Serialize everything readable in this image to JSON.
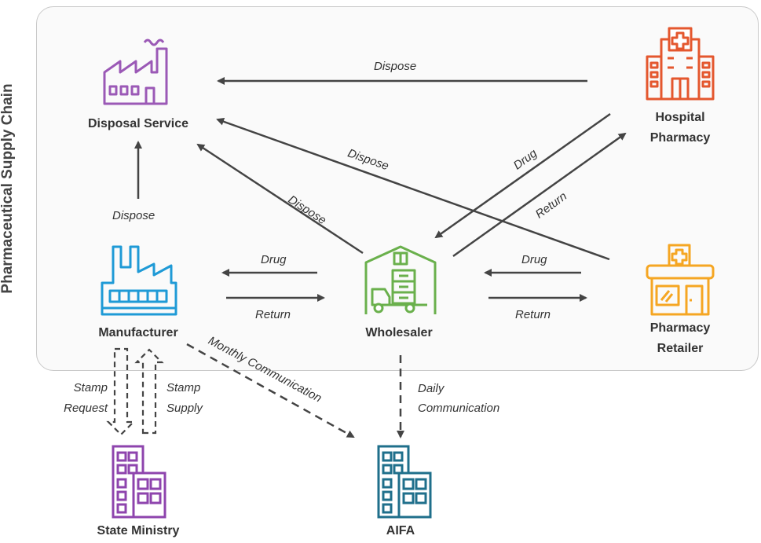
{
  "title": "Pharmaceutical Supply Chain",
  "nodes": {
    "disposal_service": "Disposal Service",
    "hospital_pharmacy_line1": "Hospital",
    "hospital_pharmacy_line2": "Pharmacy",
    "manufacturer": "Manufacturer",
    "wholesaler": "Wholesaler",
    "pharmacy_retailer_line1": "Pharmacy",
    "pharmacy_retailer_line2": "Retailer",
    "state_ministry": "State Ministry",
    "aifa": "AIFA"
  },
  "edges": {
    "hospital_to_disposal": "Dispose",
    "retailer_to_disposal": "Dispose",
    "wholesaler_to_disposal": "Dispose",
    "manufacturer_to_disposal": "Dispose",
    "hospital_to_wholesaler": "Drug",
    "wholesaler_to_hospital": "Return",
    "wholesaler_to_manufacturer": "Drug",
    "manufacturer_to_wholesaler": "Return",
    "retailer_to_wholesaler": "Drug",
    "wholesaler_to_retailer": "Return",
    "manufacturer_to_aifa": "Monthly Communication",
    "wholesaler_to_aifa_line1": "Daily",
    "wholesaler_to_aifa_line2": "Communication",
    "stamp_request_line1": "Stamp",
    "stamp_request_line2": "Request",
    "stamp_supply_line1": "Stamp",
    "stamp_supply_line2": "Supply"
  },
  "colors": {
    "disposal": "#9b59b6",
    "hospital": "#e4572e",
    "manufacturer": "#1f9ad6",
    "wholesaler": "#6ab04c",
    "retailer": "#f5a623",
    "ministry": "#8e44ad",
    "aifa": "#1f6f8b",
    "arrow": "#444444"
  },
  "icons": {
    "disposal": "factory-icon",
    "hospital": "hospital-icon",
    "manufacturer": "factory-icon",
    "wholesaler": "warehouse-truck-icon",
    "retailer": "pharmacy-store-icon",
    "ministry": "building-icon",
    "aifa": "building-icon"
  }
}
